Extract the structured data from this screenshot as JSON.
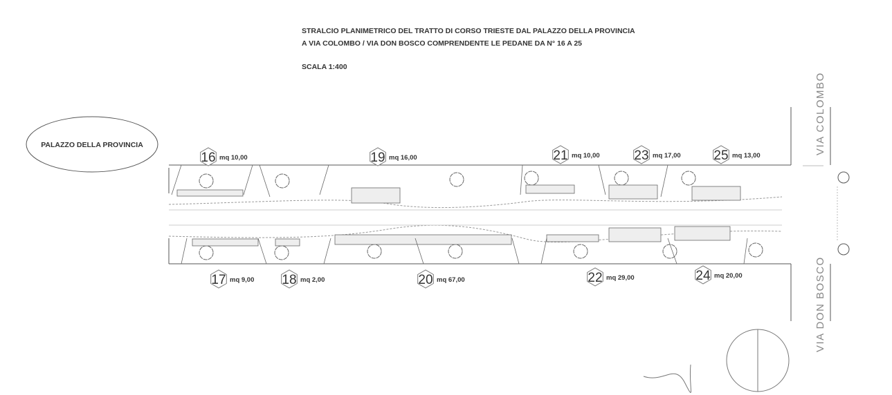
{
  "header": {
    "title_line1": "STRALCIO PLANIMETRICO DEL TRATTO DI CORSO TRIESTE DAL PALAZZO DELLA PROVINCIA",
    "title_line2": "A VIA COLOMBO / VIA DON BOSCO COMPRENDENTE LE PEDANE DA N° 16 A 25",
    "scale": "SCALA 1:400"
  },
  "landmarks": {
    "palazzo": "PALAZZO DELLA PROVINCIA",
    "via_colombo": "VIA COLOMBO",
    "via_don_bosco": "VIA DON BOSCO"
  },
  "pedane": [
    {
      "number": "16",
      "area": "mq 10,00",
      "side": "north"
    },
    {
      "number": "19",
      "area": "mq 16,00",
      "side": "north"
    },
    {
      "number": "21",
      "area": "mq 10,00",
      "side": "north"
    },
    {
      "number": "23",
      "area": "mq 17,00",
      "side": "north"
    },
    {
      "number": "25",
      "area": "mq 13,00",
      "side": "north"
    },
    {
      "number": "17",
      "area": "mq 9,00",
      "side": "south"
    },
    {
      "number": "18",
      "area": "mq 2,00",
      "side": "south"
    },
    {
      "number": "20",
      "area": "mq 67,00",
      "side": "south"
    },
    {
      "number": "22",
      "area": "mq 29,00",
      "side": "south"
    },
    {
      "number": "24",
      "area": "mq 20,00",
      "side": "south"
    }
  ]
}
